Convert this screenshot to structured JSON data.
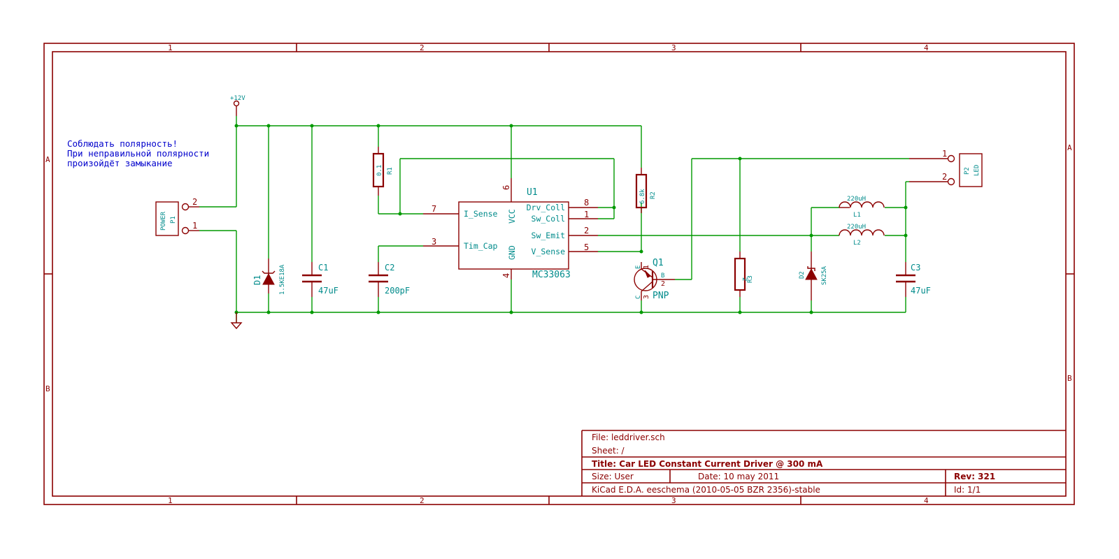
{
  "border": {
    "columns": [
      "1",
      "2",
      "3",
      "4"
    ],
    "rows": [
      "A",
      "B"
    ]
  },
  "note": {
    "lines": [
      "Соблюдать полярность!",
      "При неправильной полярности",
      "произойдёт замыкание"
    ]
  },
  "power": {
    "label": "+12V"
  },
  "components": {
    "P1": {
      "ref": "P1",
      "value": "POWER",
      "pin1": "1",
      "pin2": "2"
    },
    "P2": {
      "ref": "P2",
      "value": "LED",
      "pin1": "1",
      "pin2": "2"
    },
    "D1": {
      "ref": "D1",
      "value": "1.5KE18A"
    },
    "D2": {
      "ref": "D2",
      "value": "SK25A"
    },
    "C1": {
      "ref": "C1",
      "value": "47uF"
    },
    "C2": {
      "ref": "C2",
      "value": "200pF"
    },
    "C3": {
      "ref": "C3",
      "value": "47uF"
    },
    "R1": {
      "ref": "R1",
      "value": "0.1"
    },
    "R2": {
      "ref": "R2",
      "value": "6.8k"
    },
    "R3": {
      "ref": "R3",
      "value": "2"
    },
    "L1": {
      "ref": "L1",
      "value": "220uH"
    },
    "L2": {
      "ref": "L2",
      "value": "220uH"
    },
    "Q1": {
      "ref": "Q1",
      "value": "PNP",
      "pin_e": "E",
      "pin_b": "B",
      "pin_c": "C",
      "num_e": "1",
      "num_b": "2",
      "num_c": "3"
    },
    "U1": {
      "ref": "U1",
      "value": "MC33063",
      "pins": {
        "i_sense": {
          "name": "I_Sense",
          "num": "7"
        },
        "tim_cap": {
          "name": "Tim_Cap",
          "num": "3"
        },
        "vcc": {
          "name": "VCC",
          "num": "6"
        },
        "gnd": {
          "name": "GND",
          "num": "4"
        },
        "drv_coll": {
          "name": "Drv_Coll",
          "num": "8"
        },
        "sw_coll": {
          "name": "Sw_Coll",
          "num": "1"
        },
        "sw_emit": {
          "name": "Sw_Emit",
          "num": "2"
        },
        "v_sense": {
          "name": "V_Sense",
          "num": "5"
        }
      }
    }
  },
  "title_block": {
    "file": "File: leddriver.sch",
    "sheet": "Sheet: /",
    "title": "Title: Car LED Constant Current Driver @ 300 mA",
    "size": "Size: User",
    "date": "Date: 10 may 2011",
    "rev": "Rev: 321",
    "tool": "KiCad E.D.A.  eeschema (2010-05-05 BZR 2356)-stable",
    "id": "Id: 1/1"
  }
}
